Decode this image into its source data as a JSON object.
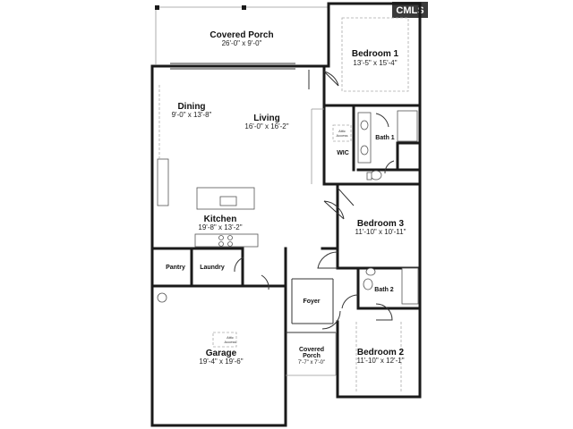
{
  "rooms": {
    "covered_porch_rear": {
      "name": "Covered Porch",
      "dims": "26'-0\" x 9'-0\""
    },
    "bedroom1": {
      "name": "Bedroom 1",
      "dims": "13'-5\" x 15'-4\""
    },
    "dining": {
      "name": "Dining",
      "dims": "9'-0\" x 13'-8\""
    },
    "living": {
      "name": "Living",
      "dims": "16'-0\" x 16'-2\""
    },
    "bath1": {
      "name": "Bath 1"
    },
    "wic": {
      "name": "WIC"
    },
    "kitchen": {
      "name": "Kitchen",
      "dims": "19'-8\" x 13'-2\""
    },
    "bedroom3": {
      "name": "Bedroom 3",
      "dims": "11'-10\" x 10'-11\""
    },
    "pantry": {
      "name": "Pantry"
    },
    "laundry": {
      "name": "Laundry"
    },
    "bath2": {
      "name": "Bath 2"
    },
    "foyer": {
      "name": "Foyer"
    },
    "garage": {
      "name": "Garage",
      "dims": "19'-4\" x 19'-6\""
    },
    "covered_porch_front": {
      "name": "Covered\nPorch",
      "name_line1": "Covered",
      "name_line2": "Porch",
      "dims": "7'-7\" x 7'-0\""
    },
    "bedroom2": {
      "name": "Bedroom 2",
      "dims": "11'-10\" x 12'-1\""
    }
  },
  "attic_access": {
    "line1": "Attic",
    "line2": "Access"
  },
  "logo": {
    "text": "CMLS"
  },
  "colors": {
    "wall": "#1a1a1a",
    "logo_bg": "#3a3a3a"
  }
}
